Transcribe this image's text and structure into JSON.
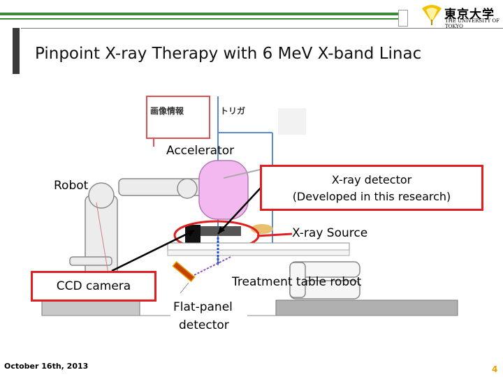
{
  "slide": {
    "title": "Pinpoint X-ray Therapy with 6 MeV X-band Linac",
    "footer_date": "October 16th, 2013",
    "page_number": "4"
  },
  "logo": {
    "name": "東京大学",
    "subtitle": "THE UNIVERSITY OF TOKYO"
  },
  "diagram": {
    "jp_image_info": "画像情報",
    "jp_trigger": "トリガ",
    "accelerator": "Accelerator",
    "robot": "Robot",
    "xray_detector_line1": "X-ray detector",
    "xray_detector_line2": "(Developed in this research)",
    "xray_source": "X-ray Source",
    "ccd_camera": "CCD camera",
    "treatment_table_robot": "Treatment table robot",
    "flat_panel_line1": "Flat-panel",
    "flat_panel_line2": "detector"
  },
  "colors": {
    "accent_red": "#e02020",
    "brand_green": "#3a8a3a",
    "page_number": "#e8a000"
  }
}
